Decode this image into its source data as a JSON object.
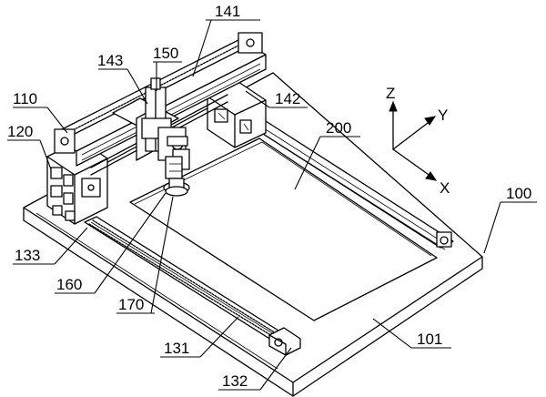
{
  "labels": {
    "l141": "141",
    "l143": "143",
    "l150": "150",
    "l110": "110",
    "l142": "142",
    "l120": "120",
    "l200": "200",
    "l100": "100",
    "l133": "133",
    "l160": "160",
    "l170": "170",
    "l101": "101",
    "l131": "131",
    "l132": "132"
  },
  "axes": {
    "z": "Z",
    "y": "Y",
    "x": "X"
  }
}
